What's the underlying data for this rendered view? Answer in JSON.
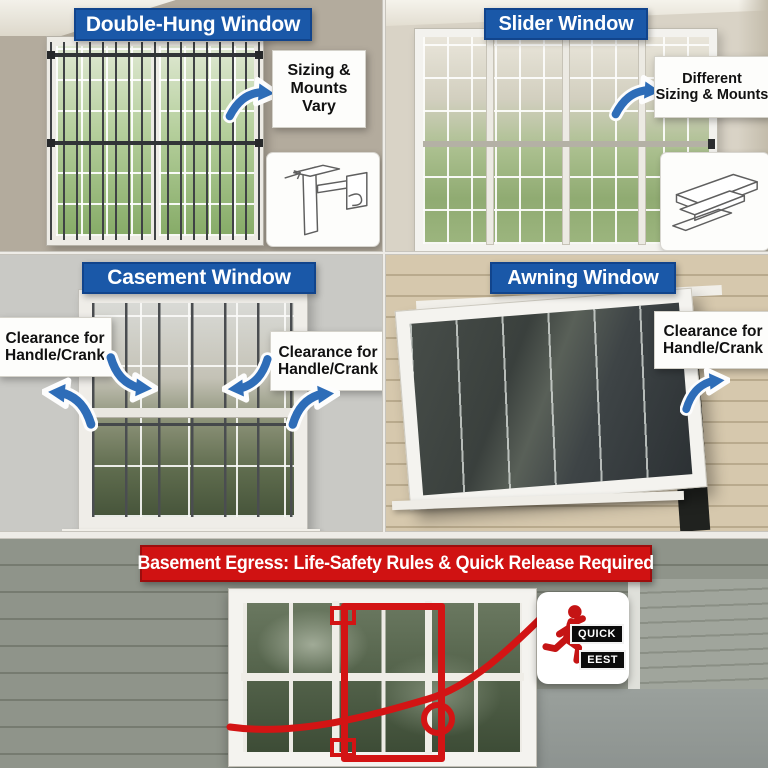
{
  "panel_double_hung": {
    "title": "Double-Hung Window",
    "callout": "Sizing &\nMounts\nVary"
  },
  "panel_slider": {
    "title": "Slider Window",
    "callout": "Different\nSizing & Mounts"
  },
  "panel_casement": {
    "title": "Casement Window",
    "callout_left": "Clearance for\nHandle/Crank",
    "callout_right": "Clearance for\nHandle/Crank"
  },
  "panel_awning": {
    "title": "Awning Window",
    "callout": "Clearance for\nHandle/Crank"
  },
  "panel_basement": {
    "title": "Basement Egress: Life-Safety Rules & Quick Release Required",
    "sign_label_top": "QUICK",
    "sign_label_bottom": "EEST"
  },
  "icons": {
    "blue_arrow": "curved-pointer-arrow",
    "running_person": "exit-running-person",
    "inset_top_left": "mount-bracket-line-drawing",
    "inset_top_right": "track-bars-line-drawing"
  },
  "colors": {
    "banner_blue": "#1a58a8",
    "banner_red": "#d01212",
    "arrow_blue": "#2e6db8",
    "highlight_red": "#d31414",
    "sign_badge_bg": "#0b0b0b"
  }
}
